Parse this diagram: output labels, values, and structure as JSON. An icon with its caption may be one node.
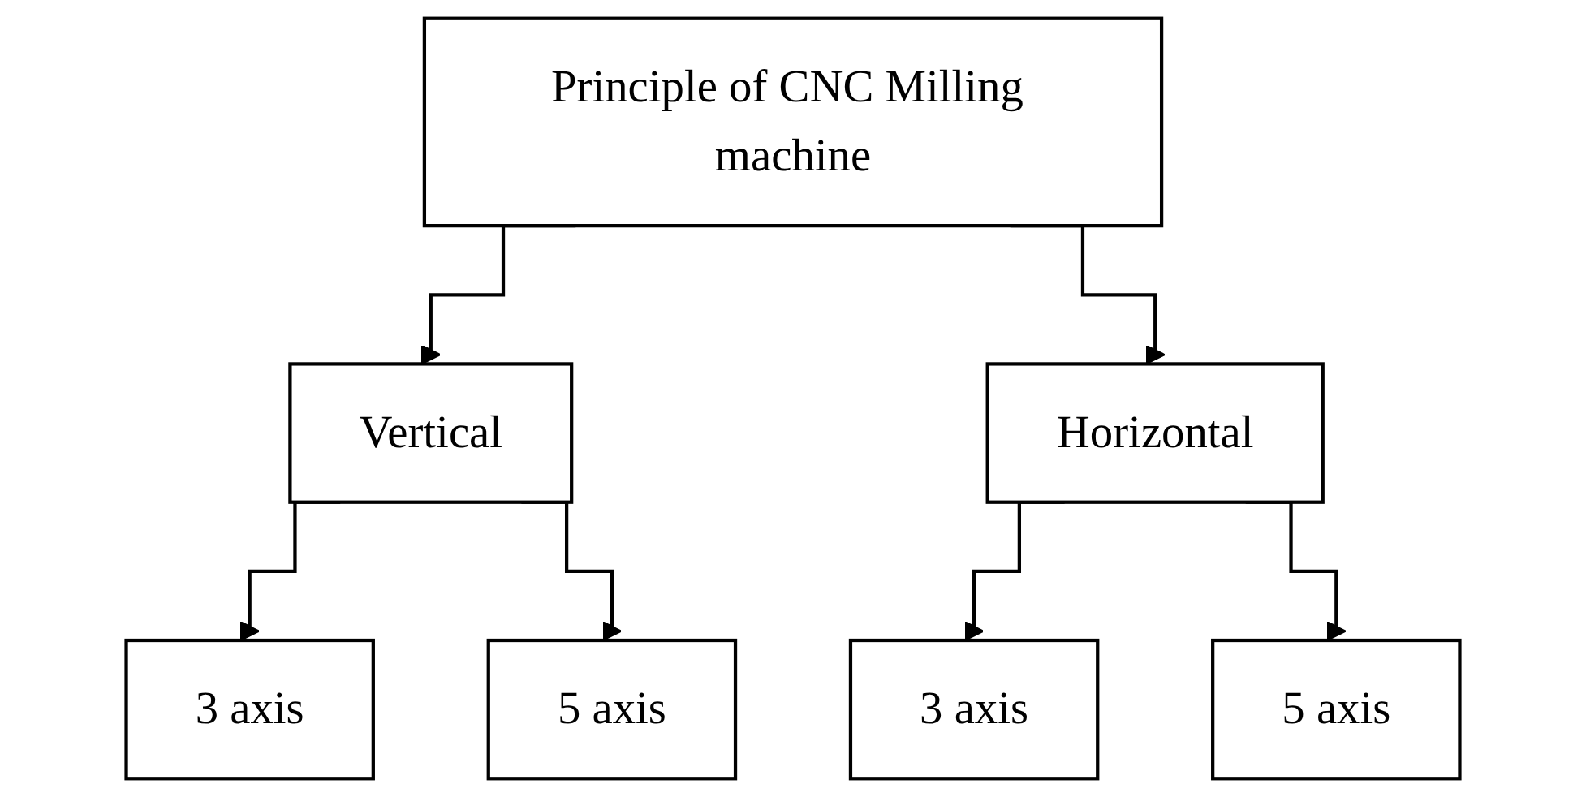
{
  "diagram": {
    "nodes": [
      {
        "text": [
          "Principle of CNC Milling machine"
        ]
      },
      {
        "text": [
          "Vertical"
        ]
      },
      {
        "text": [
          "Horizontal"
        ]
      },
      {
        "text": [
          "3 axis"
        ]
      },
      {
        "text": [
          "5 axis"
        ]
      },
      {
        "text": [
          "3 axis"
        ]
      },
      {
        "text": [
          "5 axis"
        ]
      }
    ],
    "edges": [
      {
        "from": 0,
        "to": 1,
        "arrow": "to"
      },
      {
        "from": 0,
        "to": 2,
        "arrow": "to"
      },
      {
        "from": 1,
        "to": 3,
        "arrow": "to"
      },
      {
        "from": 1,
        "to": 4,
        "arrow": "to"
      },
      {
        "from": 2,
        "to": 5,
        "arrow": "to"
      },
      {
        "from": 2,
        "to": 6,
        "arrow": "to"
      }
    ]
  }
}
